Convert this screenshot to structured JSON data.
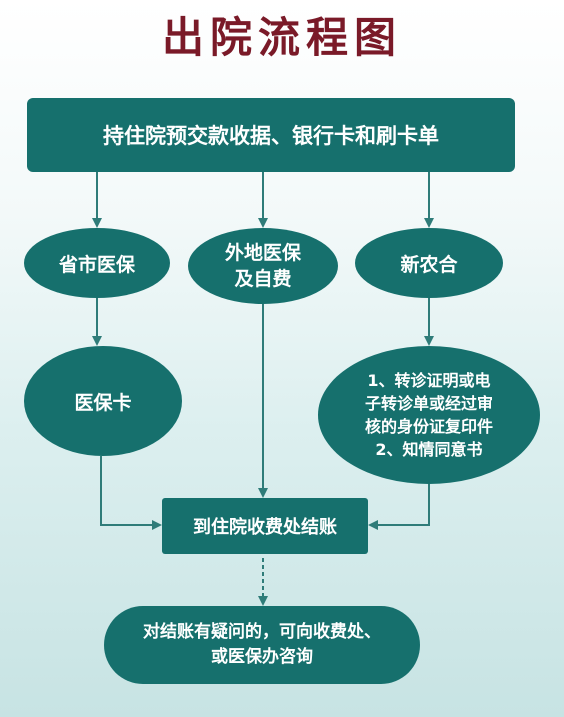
{
  "title": "出院流程图",
  "nodes": {
    "start": "持住院预交款收据、银行卡和刷卡单",
    "local": "省市医保",
    "other_line1": "外地医保",
    "other_line2": "及自费",
    "rural": "新农合",
    "card": "医保卡",
    "docs_line1": "1、转诊证明或电",
    "docs_line2": "子转诊单或经过审",
    "docs_line3": "核的身份证复印件",
    "docs_line4": "2、知情同意书",
    "checkout": "到住院收费处结账",
    "inquiry_line1": "对结账有疑问的，可向收费处、",
    "inquiry_line2": "或医保办咨询"
  },
  "colors": {
    "title": "#7a1a28",
    "node": "#16706d",
    "text": "#ffffff",
    "arrow": "#2f7c79"
  }
}
